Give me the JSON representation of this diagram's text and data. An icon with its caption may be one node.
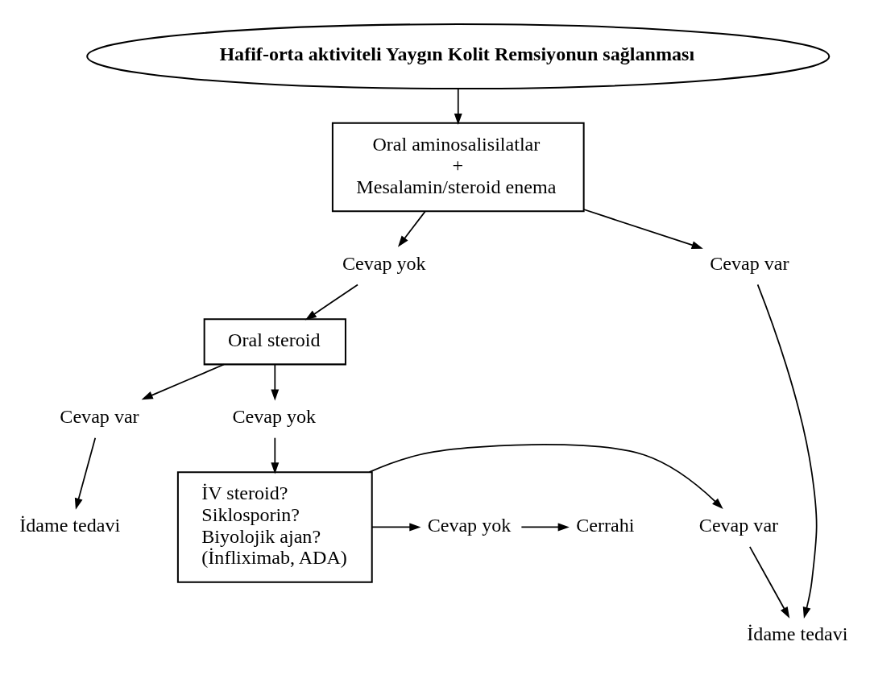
{
  "diagram": {
    "nodes": [
      {
        "text": [
          "Hafif-orta aktiviteli Yaygın Kolit Remsiyonun sağlanması"
        ]
      },
      {
        "text": [
          "Oral aminosalisilatlar",
          "+",
          "Mesalamin/steroid enema"
        ]
      },
      {
        "text": [
          "Cevap yok"
        ]
      },
      {
        "text": [
          "Cevap var"
        ]
      },
      {
        "text": [
          "Oral steroid"
        ]
      },
      {
        "text": [
          "İdame tedavi"
        ]
      },
      {
        "text": [
          "Cevap var"
        ]
      },
      {
        "text": [
          "Cevap yok"
        ]
      },
      {
        "text": [
          "İdame tedavi"
        ]
      },
      {
        "text": [
          "İV steroid?",
          "Siklosporin?",
          "Biyolojik ajan?",
          "(İnfliximab, ADA)"
        ]
      },
      {
        "text": [
          "Cevap var"
        ]
      },
      {
        "text": [
          "Cevap yok"
        ]
      },
      {
        "text": [
          "Cerrahi"
        ]
      }
    ],
    "edges": [
      {
        "from": 0,
        "to": 1,
        "arrow": "to"
      },
      {
        "from": 1,
        "to": 2,
        "arrow": "to"
      },
      {
        "from": 1,
        "to": 3,
        "arrow": "to"
      },
      {
        "from": 2,
        "to": 4,
        "arrow": "to"
      },
      {
        "from": 3,
        "to": 5,
        "arrow": "to"
      },
      {
        "from": 4,
        "to": 6,
        "arrow": "to"
      },
      {
        "from": 4,
        "to": 7,
        "arrow": "to"
      },
      {
        "from": 6,
        "to": 8,
        "arrow": "to"
      },
      {
        "from": 7,
        "to": 9,
        "arrow": "to"
      },
      {
        "from": 9,
        "to": 10,
        "arrow": "to"
      },
      {
        "from": 10,
        "to": 5,
        "arrow": "to"
      },
      {
        "from": 9,
        "to": 11,
        "arrow": "to"
      },
      {
        "from": 11,
        "to": 12,
        "arrow": "to"
      }
    ]
  }
}
